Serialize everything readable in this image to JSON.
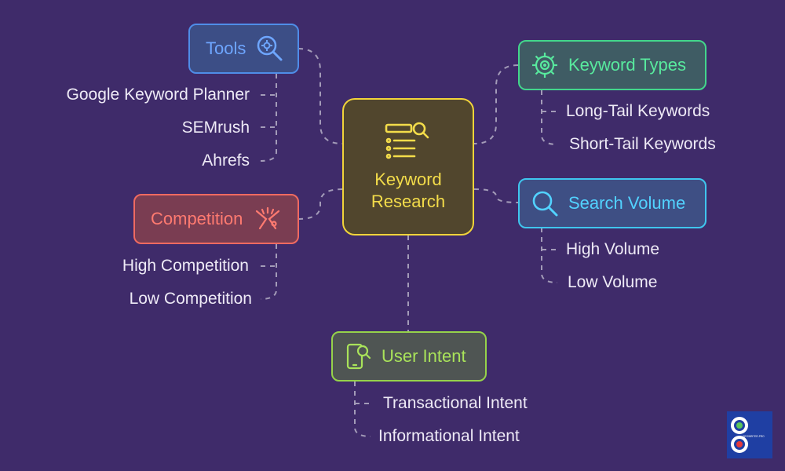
{
  "center": {
    "label_line1": "Keyword",
    "label_line2": "Research",
    "icon": "list-search-icon",
    "color": "#f1d43a"
  },
  "tools": {
    "label": "Tools",
    "icon": "gear-magnifier-icon",
    "color": "#4f8de8",
    "items": [
      "Google Keyword Planner",
      "SEMrush",
      "Ahrefs"
    ]
  },
  "keyword_types": {
    "label": "Keyword Types",
    "icon": "eye-gear-icon",
    "color": "#43d68c",
    "items": [
      "Long-Tail Keywords",
      "Short-Tail Keywords"
    ]
  },
  "competition": {
    "label": "Competition",
    "icon": "clash-icon",
    "color": "#ef6a61",
    "items": [
      "High Competition",
      "Low Competition"
    ]
  },
  "search_volume": {
    "label": "Search Volume",
    "icon": "search-icon",
    "color": "#3fc6ee",
    "items": [
      "High Volume",
      "Low Volume"
    ]
  },
  "user_intent": {
    "label": "User Intent",
    "icon": "mobile-search-icon",
    "color": "#96d34a",
    "items": [
      "Transactional Intent",
      "Informational Intent"
    ]
  },
  "logo": {
    "text": "SEOWRITER-PRO"
  }
}
